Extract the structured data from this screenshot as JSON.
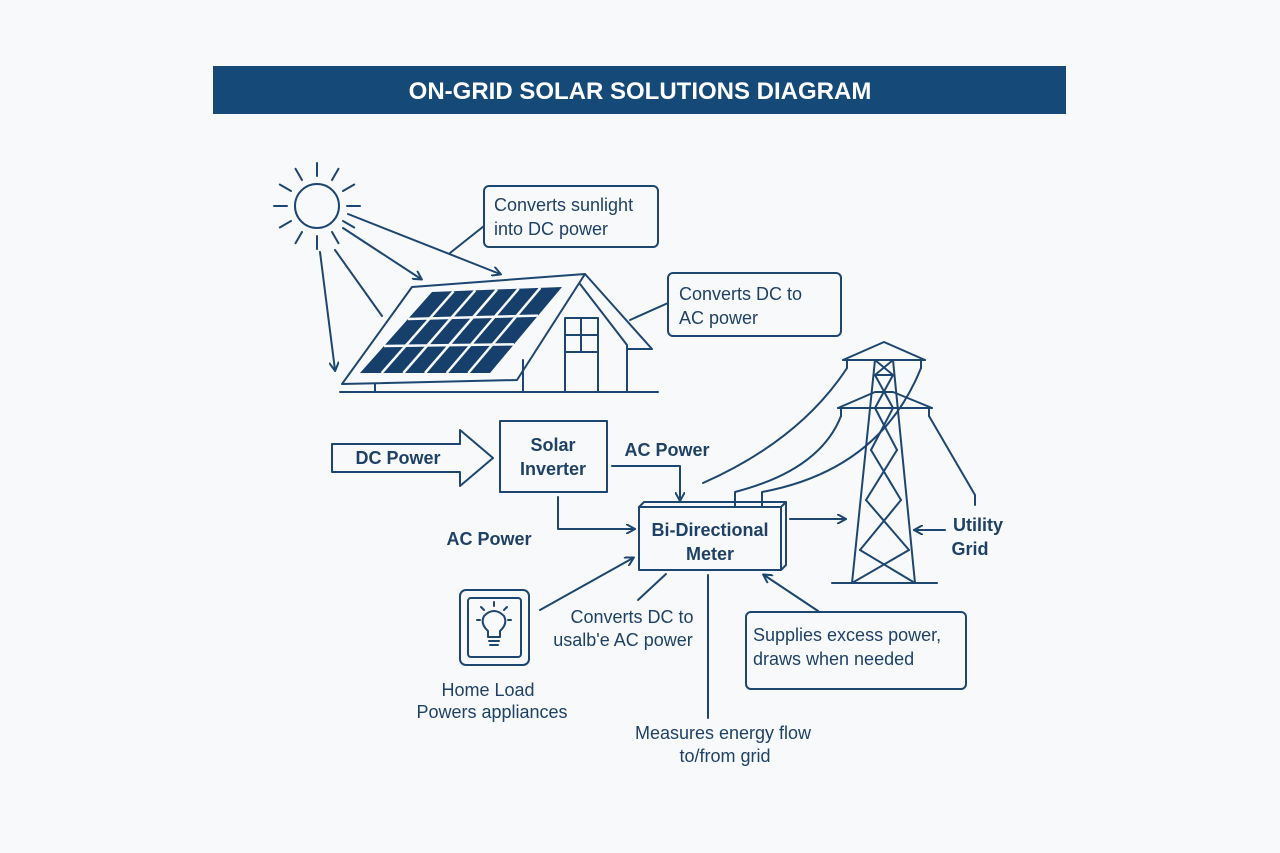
{
  "title": "ON-GRID SOLAR SOLUTIONS DIAGRAM",
  "colors": {
    "banner": "#154a78",
    "ink": "#1d4670",
    "panel": "#173f6b",
    "background": "#f7f9fb"
  },
  "callouts": {
    "panel": [
      "Converts sunlight",
      "into DC power"
    ],
    "house": [
      "Converts DC to",
      "AC power"
    ],
    "grid_supply": [
      "Supplies excess power,",
      "draws when needed"
    ]
  },
  "labels": {
    "dc_power": "DC Power",
    "inverter": [
      "Solar",
      "Inverter"
    ],
    "ac_power_top": "AC Power",
    "ac_power_left": "AC Power",
    "meter": [
      "Bi-Directional",
      "Meter"
    ],
    "utility_grid": [
      "Utility",
      "Grid"
    ],
    "converts_usable": [
      "Converts DC to",
      "usalb'e AC power"
    ],
    "home_load": [
      "Home Load",
      "Powers appliances"
    ],
    "measures": [
      "Measures energy flow",
      "to/from grid"
    ]
  },
  "icons": [
    "sun-icon",
    "solar-panel-icon",
    "house-icon",
    "transmission-tower-icon",
    "light-bulb-icon"
  ]
}
